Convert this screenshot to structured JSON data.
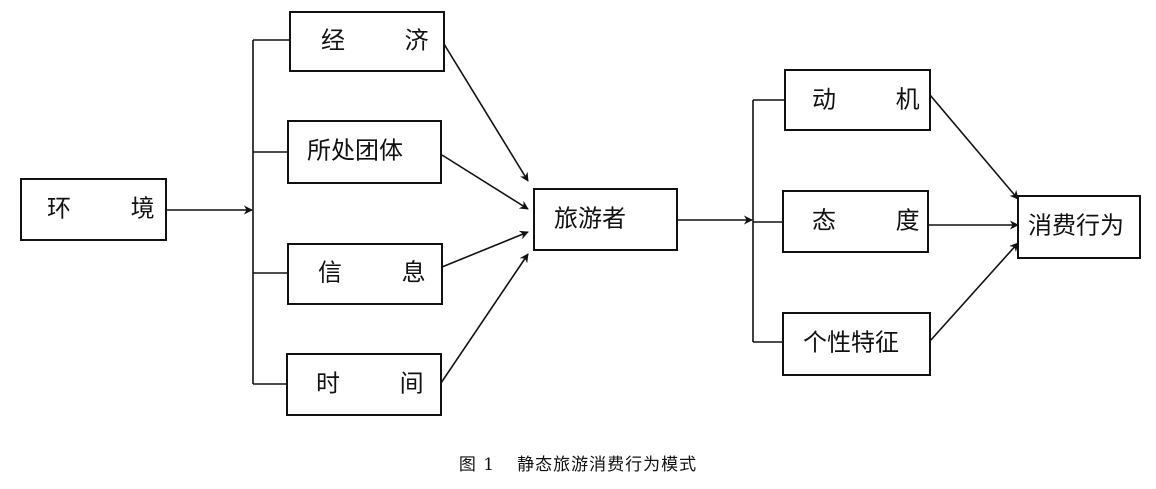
{
  "diagram": {
    "environment": "环 境",
    "factors": {
      "economy": "经 济",
      "group": "所处团体",
      "information": "信 息",
      "time": "时 间"
    },
    "tourist": "旅游者",
    "psychology": {
      "motivation": "动 机",
      "attitude": "态 度",
      "personality": "个性特征"
    },
    "behavior": "消费行为"
  },
  "caption": {
    "figure_number": "图 1",
    "title": "静态旅游消费行为模式"
  }
}
